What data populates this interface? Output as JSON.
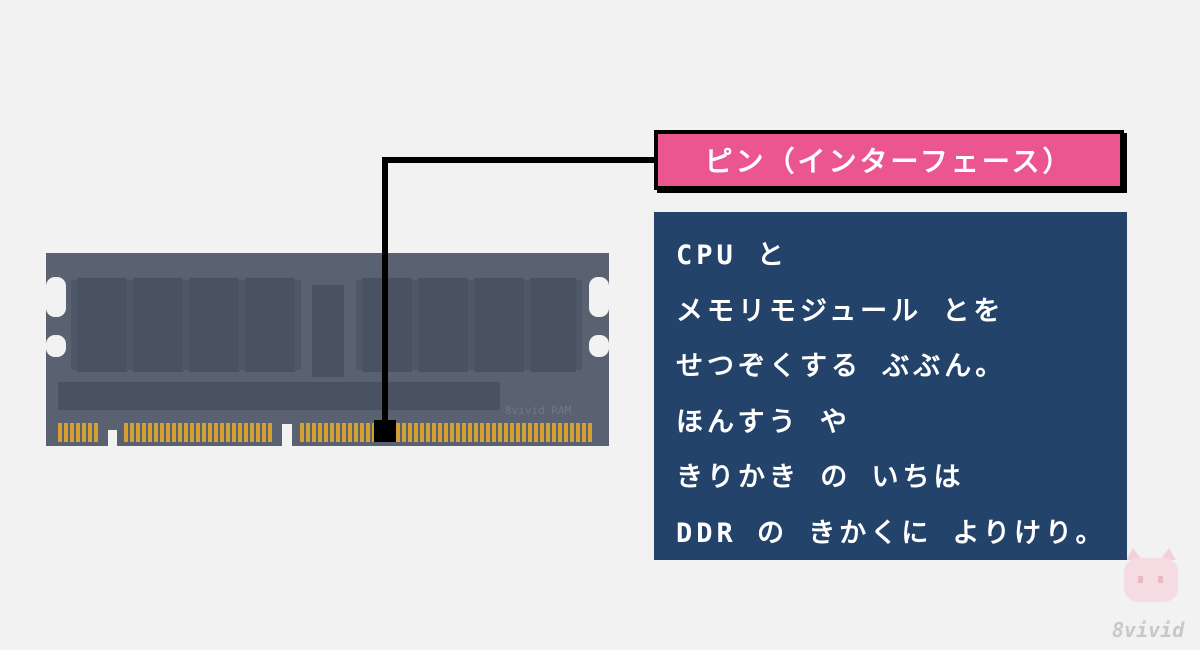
{
  "callout": {
    "label": "ピン（インターフェース）",
    "label_color": "#ec5690"
  },
  "description": {
    "lines": [
      "CPU と",
      "メモリモジュール とを",
      "せつぞくする ぶぶん。",
      "ほんすう や",
      "きりかき の いちは",
      "DDR の きかくに よりけり。"
    ],
    "panel_color": "#24436a"
  },
  "module": {
    "silkscreen": "8vivid RAM",
    "pcb_color": "#5a6272",
    "pin_color": "#d4a035"
  },
  "watermark": {
    "text": "8vivid",
    "icon": "cat-mascot-icon"
  }
}
